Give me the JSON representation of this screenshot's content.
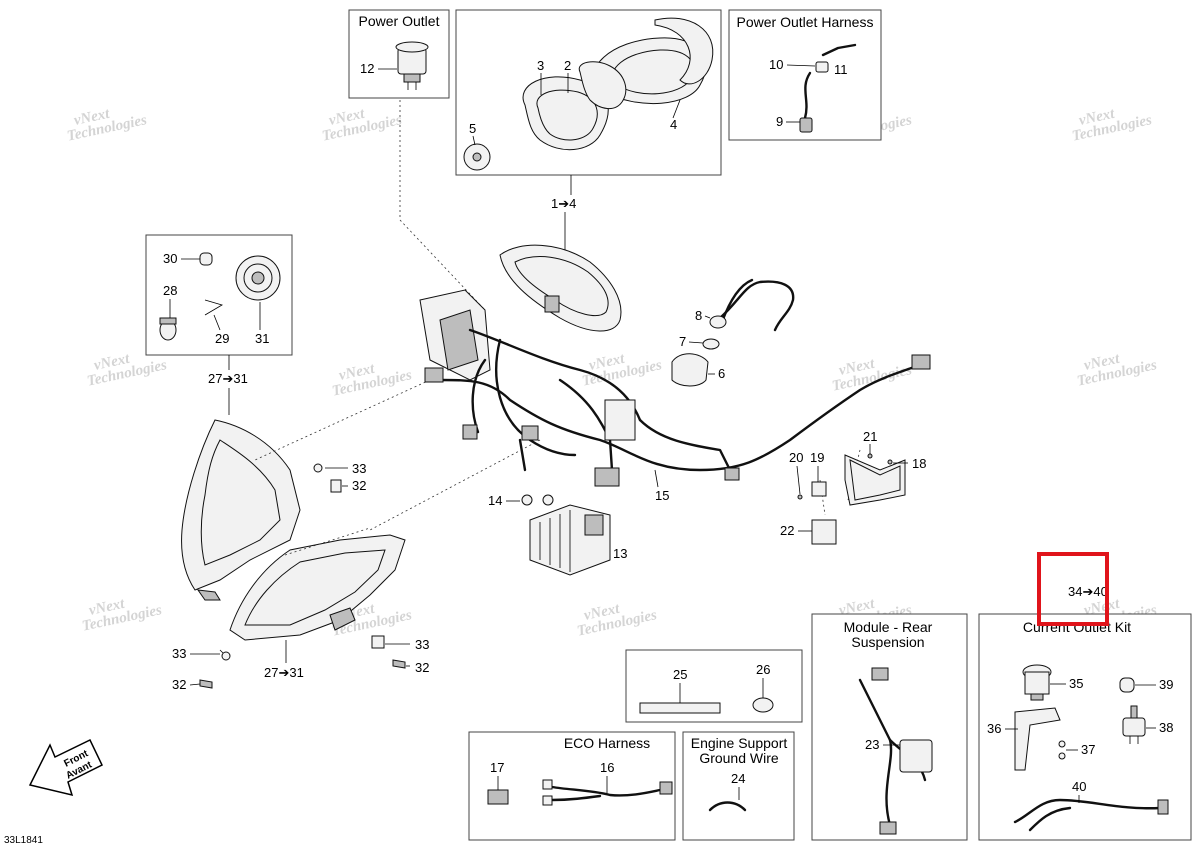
{
  "drawing_code": "33L1841",
  "front_label": [
    "Front",
    "Avant"
  ],
  "watermark": [
    "vNext",
    "Technologies"
  ],
  "highlight_color": "#e0141b",
  "boxes": {
    "power_outlet": {
      "title": "Power Outlet",
      "callouts": [
        "12"
      ]
    },
    "cluster": {
      "callouts": [
        "3",
        "2",
        "5",
        "4"
      ],
      "group_label": "1➔4"
    },
    "power_outlet_harness": {
      "title": "Power Outlet Harness",
      "callouts": [
        "10",
        "11",
        "9"
      ]
    },
    "headlamp_bulb": {
      "callouts": [
        "30",
        "28",
        "29",
        "31"
      ],
      "group_label": "27➔31"
    },
    "tube_clamp": {
      "callouts": [
        "25",
        "26"
      ]
    },
    "eco_harness": {
      "title": "ECO Harness",
      "callouts": [
        "17",
        "16"
      ]
    },
    "engine_support_ground": {
      "title": "Engine Support Ground Wire",
      "title_lines": [
        "Engine Support",
        "Ground Wire"
      ],
      "callouts": [
        "24"
      ]
    },
    "module_rear_suspension": {
      "title": "Module - Rear Suspension",
      "title_lines": [
        "Module - Rear",
        "Suspension"
      ],
      "callouts": [
        "23"
      ]
    },
    "current_outlet_kit": {
      "title": "Current Outlet Kit",
      "callouts": [
        "35",
        "39",
        "36",
        "38",
        "37",
        "40"
      ],
      "group_label": "34➔40"
    }
  },
  "main_callouts": {
    "c8": "8",
    "c7": "7",
    "c6": "6",
    "c33a": "33",
    "c32a": "32",
    "c14": "14",
    "c15": "15",
    "c13": "13",
    "c21": "21",
    "c20": "20",
    "c19": "19",
    "c18": "18",
    "c22": "22",
    "c33b": "33",
    "c32b": "32",
    "c33c": "33",
    "c32c": "32",
    "c27_31b": "27➔31"
  }
}
